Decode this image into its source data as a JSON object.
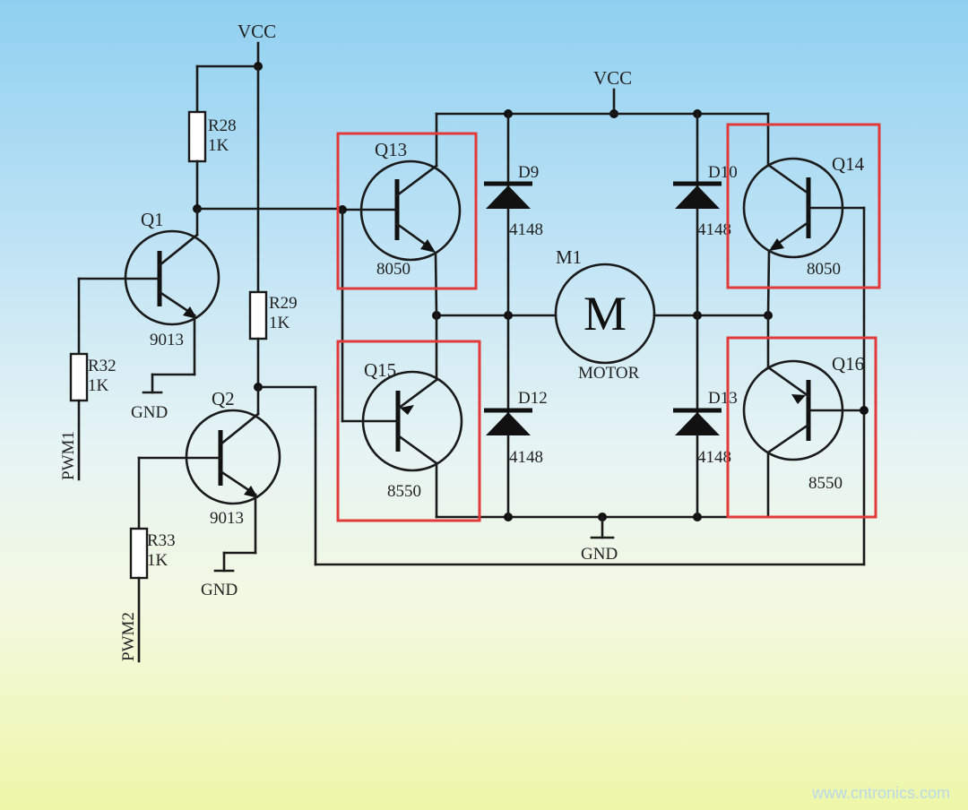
{
  "labels": {
    "vcc_top": "VCC",
    "vcc_bridge": "VCC",
    "r28_name": "R28",
    "r28_val": "1K",
    "r29_name": "R29",
    "r29_val": "1K",
    "r32_name": "R32",
    "r32_val": "1K",
    "r33_name": "R33",
    "r33_val": "1K",
    "q1_name": "Q1",
    "q1_part": "9013",
    "q2_name": "Q2",
    "q2_part": "9013",
    "q13_name": "Q13",
    "q13_part": "8050",
    "q14_name": "Q14",
    "q14_part": "8050",
    "q15_name": "Q15",
    "q15_part": "8550",
    "q16_name": "Q16",
    "q16_part": "8550",
    "d9_name": "D9",
    "d9_part": "4148",
    "d10_name": "D10",
    "d10_part": "4148",
    "d12_name": "D12",
    "d12_part": "4148",
    "d13_name": "D13",
    "d13_part": "4148",
    "m1_name": "M1",
    "motor_symbol": "M",
    "motor_text": "MOTOR",
    "gnd_q1": "GND",
    "gnd_q2": "GND",
    "gnd_bridge": "GND",
    "pwm1": "PWM1",
    "pwm2": "PWM2"
  },
  "watermark": "www.cntronics.com",
  "highlight_color": "#e23a3a"
}
